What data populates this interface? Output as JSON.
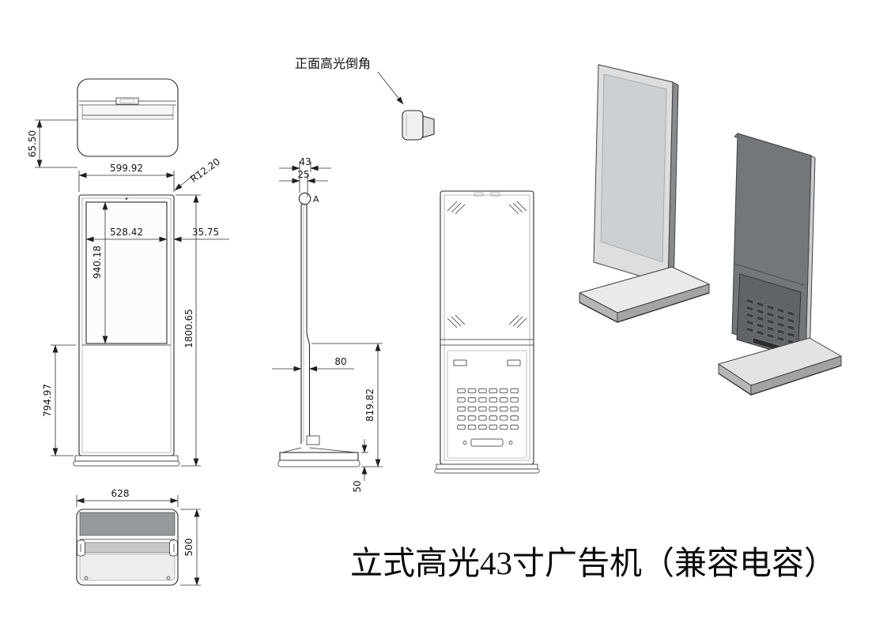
{
  "drawing": {
    "title": "立式高光43寸广告机（兼容电容）",
    "chamfer_callout": "正面高光倒角",
    "datum_label": "A"
  },
  "dimensions": {
    "top_depth": "65.50",
    "front_width": "599.92",
    "corner_radius": "R12.20",
    "screen_width": "528.42",
    "screen_margin": "35.75",
    "screen_height": "940.18",
    "total_height": "1800.65",
    "lower_height": "794.97",
    "base_width": "628",
    "base_depth": "500",
    "head_width": "43",
    "panel_thickness": "25",
    "column_width": "80",
    "stand_height": "819.82",
    "base_thickness": "50"
  },
  "colors": {
    "line": "#2a2a2a",
    "iso_front_face": "#dcdee0",
    "iso_rear_face": "#747779",
    "base_top": "#e9eaeb"
  }
}
